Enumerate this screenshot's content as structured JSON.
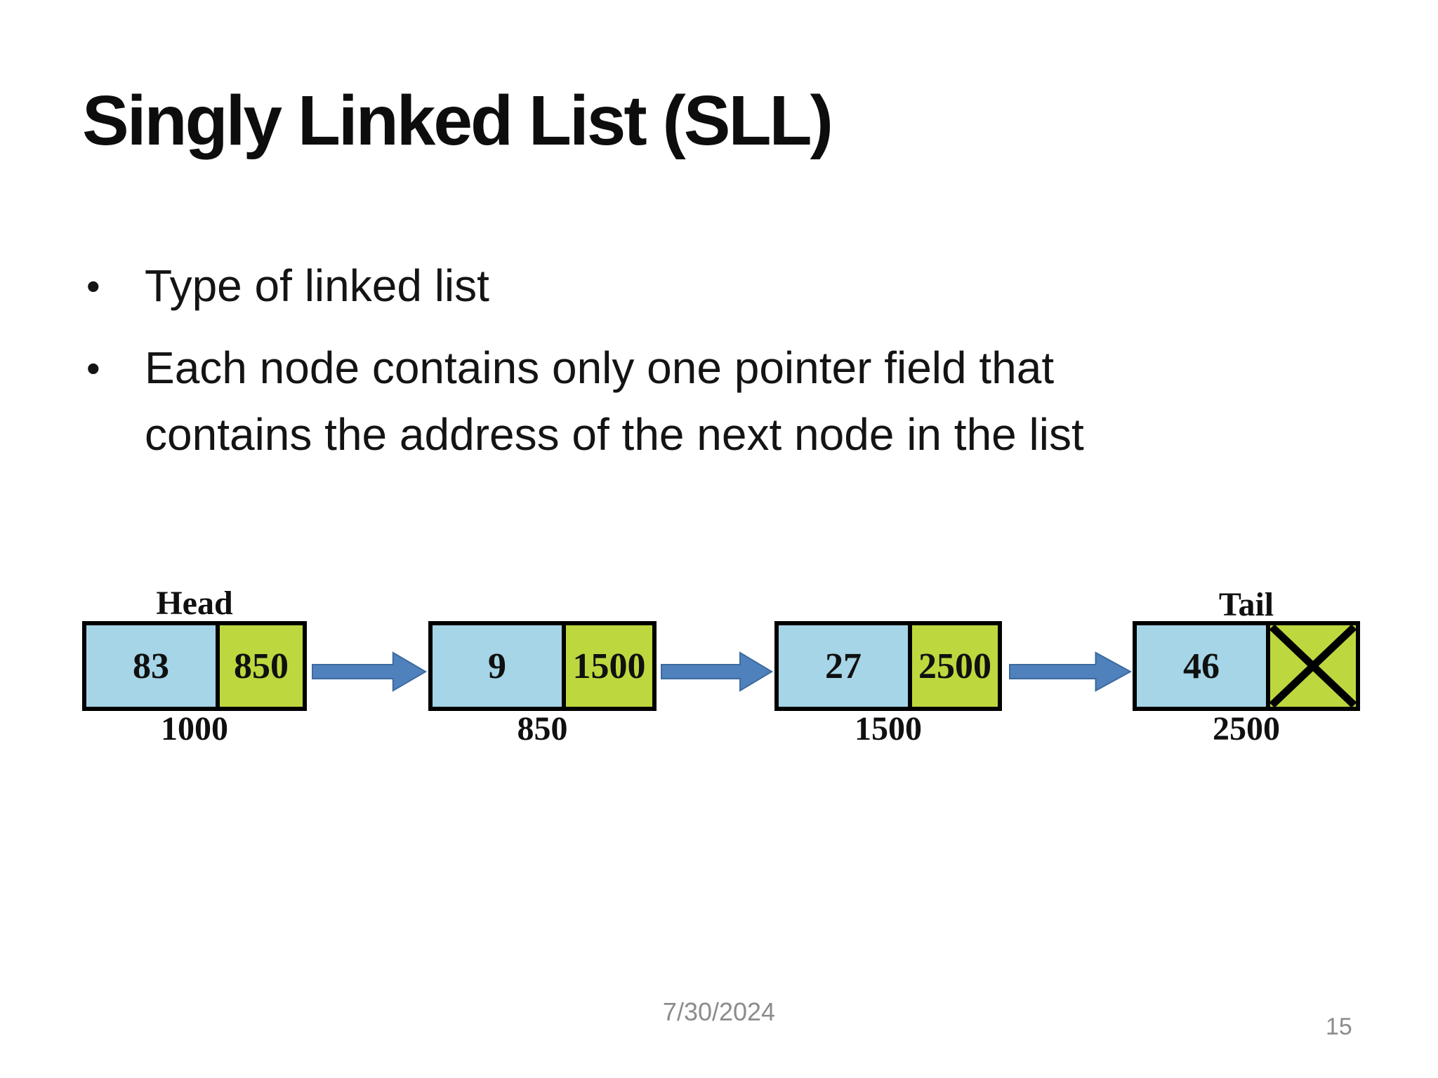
{
  "slide": {
    "title": "Singly Linked List (SLL)",
    "bullets": [
      {
        "lines": [
          "Type of linked list"
        ]
      },
      {
        "lines": [
          "Each node contains only one pointer field that",
          "contains the address of the next node in the list"
        ]
      }
    ],
    "bullet_char": "•",
    "footer": {
      "date": "7/30/2024",
      "page": "15"
    }
  },
  "diagram": {
    "head_label": "Head",
    "tail_label": "Tail",
    "nodes": [
      {
        "data": "83",
        "next": "850",
        "address": "1000"
      },
      {
        "data": "9",
        "next": "1500",
        "address": "850"
      },
      {
        "data": "27",
        "next": "2500",
        "address": "1500"
      },
      {
        "data": "46",
        "next": "",
        "address": "2500",
        "null_next": true
      }
    ],
    "colors": {
      "data_cell": "#a5d5e6",
      "pointer_cell": "#bdd83e",
      "arrow_fill": "#4f81bd",
      "arrow_outline": "#3d6a9e",
      "border": "#000000"
    }
  }
}
